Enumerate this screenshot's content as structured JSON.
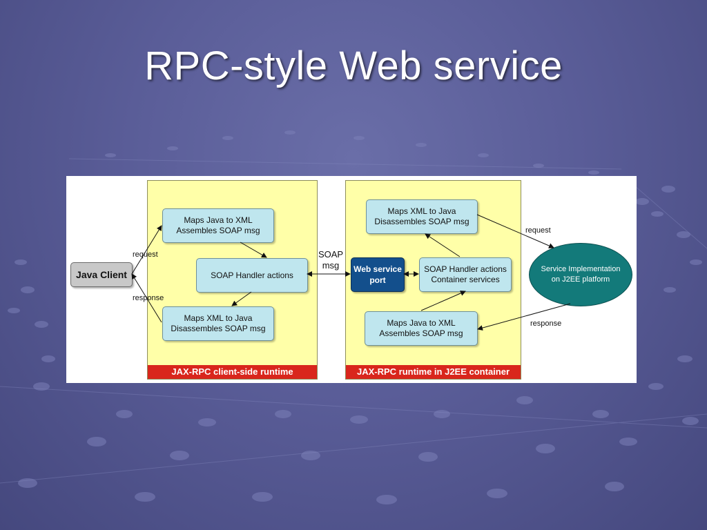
{
  "slide": {
    "title": "RPC-style Web service"
  },
  "diagram": {
    "client_panel_label": "JAX-RPC client-side runtime",
    "server_panel_label": "JAX-RPC runtime in J2EE container",
    "java_client": "Java Client",
    "client_top_box": "Maps Java to XML\nAssembles SOAP msg",
    "client_mid_box": "SOAP Handler actions",
    "client_bottom_box": "Maps XML to Java\nDisassembles SOAP msg",
    "server_top_box": "Maps XML to Java\nDisassembles SOAP msg",
    "server_mid_box": "SOAP Handler actions\nContainer services",
    "server_bottom_box": "Maps Java to XML\nAssembles SOAP msg",
    "web_service_port": "Web service\nport",
    "service_impl": "Service Implementation\non J2EE platform",
    "label_request_left": "request",
    "label_response_left": "response",
    "label_soap_msg": "SOAP\nmsg",
    "label_request_right": "request",
    "label_response_right": "response",
    "colors": {
      "panel_fill": "#ffffa8",
      "panel_label": "#d9261c",
      "box_fill": "#bfe6ee",
      "port_fill": "#134f8c",
      "service_fill": "#137a7a"
    }
  }
}
